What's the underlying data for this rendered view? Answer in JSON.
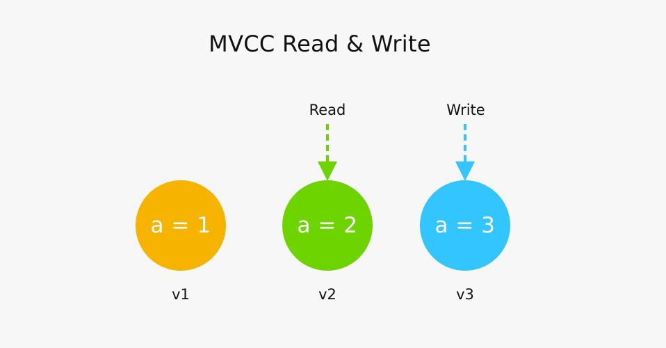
{
  "title": "MVCC Read & Write",
  "versions": [
    {
      "value_text": "a = 1",
      "label": "v1",
      "color": "#f6b300"
    },
    {
      "value_text": "a = 2",
      "label": "v2",
      "color": "#6dd400"
    },
    {
      "value_text": "a = 3",
      "label": "v3",
      "color": "#32c5ff"
    }
  ],
  "operations": {
    "read": {
      "label": "Read",
      "color": "#6dd400",
      "target": "v2"
    },
    "write": {
      "label": "Write",
      "color": "#32c5ff",
      "target": "v3"
    }
  }
}
